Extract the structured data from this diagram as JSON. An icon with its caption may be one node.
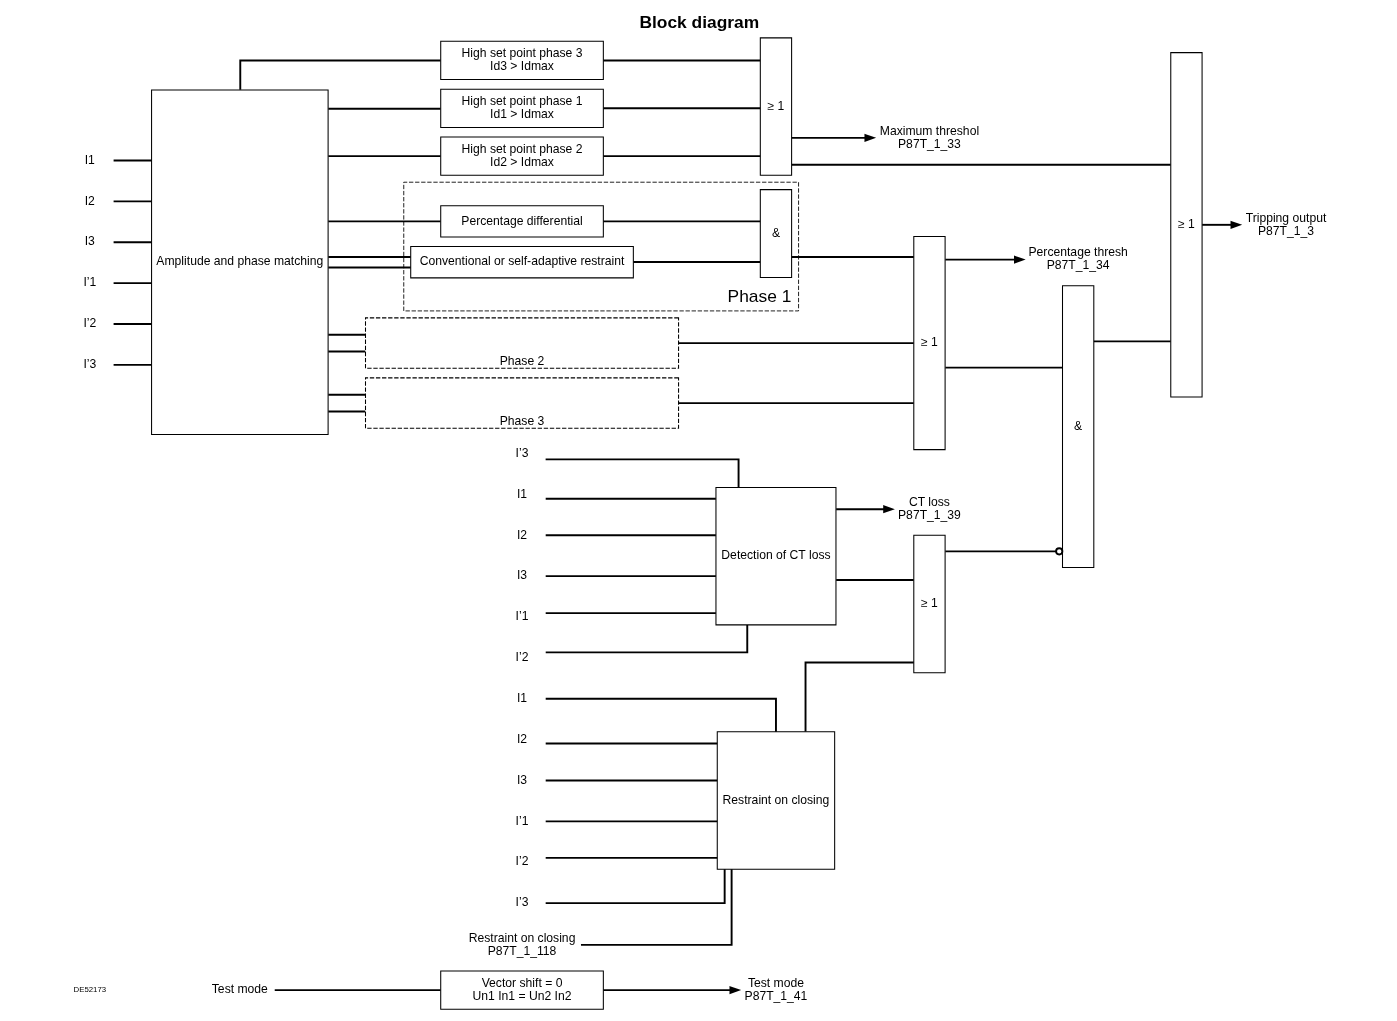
{
  "diagram": {
    "title": "Block diagram",
    "nodes": [
      {
        "text": [
          "Test mode"
        ]
      },
      {
        "text": [
          "Vector shift = 0",
          "Un1 In1 = Un2 In2"
        ]
      },
      {
        "text": [
          "Test mode",
          "P87T_1_41"
        ]
      },
      {
        "text": [
          "Amplitude and phase matching"
        ]
      },
      {
        "text": [
          "I1"
        ]
      },
      {
        "text": [
          "I2"
        ]
      },
      {
        "text": [
          "I3"
        ]
      },
      {
        "text": [
          "I’1"
        ]
      },
      {
        "text": [
          "I’2"
        ]
      },
      {
        "text": [
          "I’3"
        ]
      },
      {
        "text": [
          "High set point phase 1",
          "Id1 > Idmax"
        ]
      },
      {
        "text": [
          "High set point phase 2",
          "Id2 > Idmax"
        ]
      },
      {
        "text": [
          "High set point phase 3",
          "Id3 > Idmax"
        ]
      },
      {
        "text": [
          "≥ 1"
        ]
      },
      {
        "text": [
          "Maximum threshol",
          "P87T_1_33"
        ]
      },
      {
        "text": [
          "Phase 1"
        ]
      },
      {
        "text": [
          "Percentage differential"
        ],
        "in": 15
      },
      {
        "text": [
          "Conventional or self-adaptive restraint"
        ],
        "in": 15
      },
      {
        "text": [
          "&"
        ],
        "in": 15
      },
      {
        "text": [
          "Phase 2"
        ]
      },
      {
        "text": [
          "Phase 3"
        ]
      },
      {
        "text": [
          "≥ 1"
        ]
      },
      {
        "text": [
          "&"
        ]
      },
      {
        "text": [
          "≥ 1"
        ]
      },
      {
        "text": [
          "Tripping output",
          "P87T_1_3"
        ]
      },
      {
        "text": [
          "Percentage thresh",
          "P87T_1_34"
        ]
      },
      {
        "text": [
          "I1"
        ]
      },
      {
        "text": [
          "I2"
        ]
      },
      {
        "text": [
          "I3"
        ]
      },
      {
        "text": [
          "I’1"
        ]
      },
      {
        "text": [
          "I’2"
        ]
      },
      {
        "text": [
          "I’3"
        ]
      },
      {
        "text": [
          "Restraint on closing",
          "P87T_1_118"
        ]
      },
      {
        "text": [
          "Restraint on closing"
        ]
      },
      {
        "text": [
          "I1"
        ]
      },
      {
        "text": [
          "I2"
        ]
      },
      {
        "text": [
          "I3"
        ]
      },
      {
        "text": [
          "I’1"
        ]
      },
      {
        "text": [
          "I’2"
        ]
      },
      {
        "text": [
          "I’3"
        ]
      },
      {
        "text": [
          "Detection of CT loss"
        ]
      },
      {
        "text": [
          "≥ 1"
        ]
      },
      {
        "text": [
          "CT loss",
          "P87T_1_39"
        ]
      }
    ],
    "edges": [
      {
        "from": 0,
        "to": 1,
        "arrow": "none"
      },
      {
        "from": 1,
        "to": 2,
        "arrow": "to"
      },
      {
        "from": 4,
        "to": 3,
        "arrow": "none"
      },
      {
        "from": 5,
        "to": 3,
        "arrow": "none"
      },
      {
        "from": 6,
        "to": 3,
        "arrow": "none"
      },
      {
        "from": 7,
        "to": 3,
        "arrow": "none"
      },
      {
        "from": 8,
        "to": 3,
        "arrow": "none"
      },
      {
        "from": 9,
        "to": 3,
        "arrow": "none"
      },
      {
        "from": 3,
        "to": 10,
        "arrow": "none"
      },
      {
        "from": 3,
        "to": 11,
        "arrow": "none"
      },
      {
        "from": 3,
        "to": 12,
        "arrow": "none"
      },
      {
        "from": 10,
        "to": 13,
        "arrow": "none"
      },
      {
        "from": 11,
        "to": 13,
        "arrow": "none"
      },
      {
        "from": 12,
        "to": 13,
        "arrow": "none"
      },
      {
        "from": 13,
        "to": 14,
        "arrow": "to"
      },
      {
        "from": 13,
        "to": 23,
        "arrow": "none"
      },
      {
        "from": 3,
        "to": 16,
        "arrow": "none"
      },
      {
        "from": 3,
        "to": 17,
        "arrow": "none"
      },
      {
        "from": 3,
        "to": 17,
        "arrow": "none"
      },
      {
        "from": 16,
        "to": 18,
        "arrow": "none"
      },
      {
        "from": 17,
        "to": 18,
        "arrow": "none"
      },
      {
        "from": 18,
        "to": 21,
        "arrow": "none"
      },
      {
        "from": 3,
        "to": 19,
        "arrow": "none"
      },
      {
        "from": 3,
        "to": 19,
        "arrow": "none"
      },
      {
        "from": 3,
        "to": 20,
        "arrow": "none"
      },
      {
        "from": 3,
        "to": 20,
        "arrow": "none"
      },
      {
        "from": 19,
        "to": 21,
        "arrow": "none"
      },
      {
        "from": 20,
        "to": 21,
        "arrow": "none"
      },
      {
        "from": 21,
        "to": 22,
        "arrow": "none"
      },
      {
        "from": 21,
        "to": 25,
        "arrow": "to"
      },
      {
        "from": 22,
        "to": 23,
        "arrow": "none"
      },
      {
        "from": 23,
        "to": 24,
        "arrow": "to"
      },
      {
        "from": 26,
        "to": 33,
        "arrow": "none"
      },
      {
        "from": 27,
        "to": 33,
        "arrow": "none"
      },
      {
        "from": 28,
        "to": 33,
        "arrow": "none"
      },
      {
        "from": 29,
        "to": 33,
        "arrow": "none"
      },
      {
        "from": 30,
        "to": 33,
        "arrow": "none"
      },
      {
        "from": 31,
        "to": 33,
        "arrow": "none"
      },
      {
        "from": 32,
        "to": 33,
        "arrow": "none"
      },
      {
        "from": 34,
        "to": 40,
        "arrow": "none"
      },
      {
        "from": 35,
        "to": 40,
        "arrow": "none"
      },
      {
        "from": 36,
        "to": 40,
        "arrow": "none"
      },
      {
        "from": 37,
        "to": 40,
        "arrow": "none"
      },
      {
        "from": 38,
        "to": 40,
        "arrow": "none"
      },
      {
        "from": 39,
        "to": 40,
        "arrow": "none"
      },
      {
        "from": 33,
        "to": 41,
        "arrow": "none"
      },
      {
        "from": 40,
        "to": 41,
        "arrow": "none"
      },
      {
        "from": 41,
        "to": 22,
        "arrow": "other"
      },
      {
        "from": 40,
        "to": 42,
        "arrow": "to"
      }
    ],
    "labels": [
      "DE52173"
    ]
  }
}
